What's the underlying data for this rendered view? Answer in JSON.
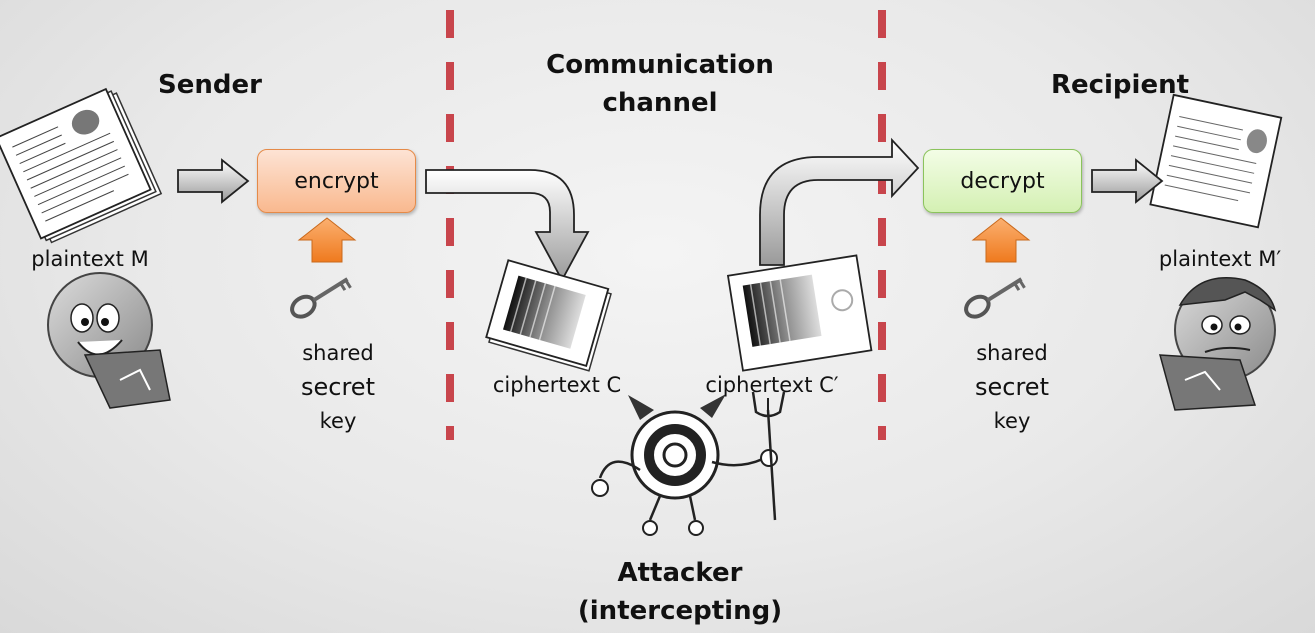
{
  "headings": {
    "sender": "Sender",
    "channel_line1": "Communication",
    "channel_line2": "channel",
    "recipient": "Recipient",
    "attacker_line1": "Attacker",
    "attacker_line2": "(intercepting)"
  },
  "boxes": {
    "encrypt": "encrypt",
    "decrypt": "decrypt"
  },
  "labels": {
    "plaintext_m": "plaintext M",
    "plaintext_m_prime": "plaintext M′",
    "ciphertext_c": "ciphertext C",
    "ciphertext_c_prime": "ciphertext C′"
  },
  "sender_key": {
    "line1": "shared",
    "line2": "secret",
    "line3": "key"
  },
  "recipient_key": {
    "line1": "shared",
    "line2": "secret",
    "line3": "key"
  },
  "colors": {
    "divider": "#c8454c",
    "encrypt_fill": "#f9b98f",
    "decrypt_fill": "#d4f0b3",
    "key_arrow": "#f5842a"
  }
}
